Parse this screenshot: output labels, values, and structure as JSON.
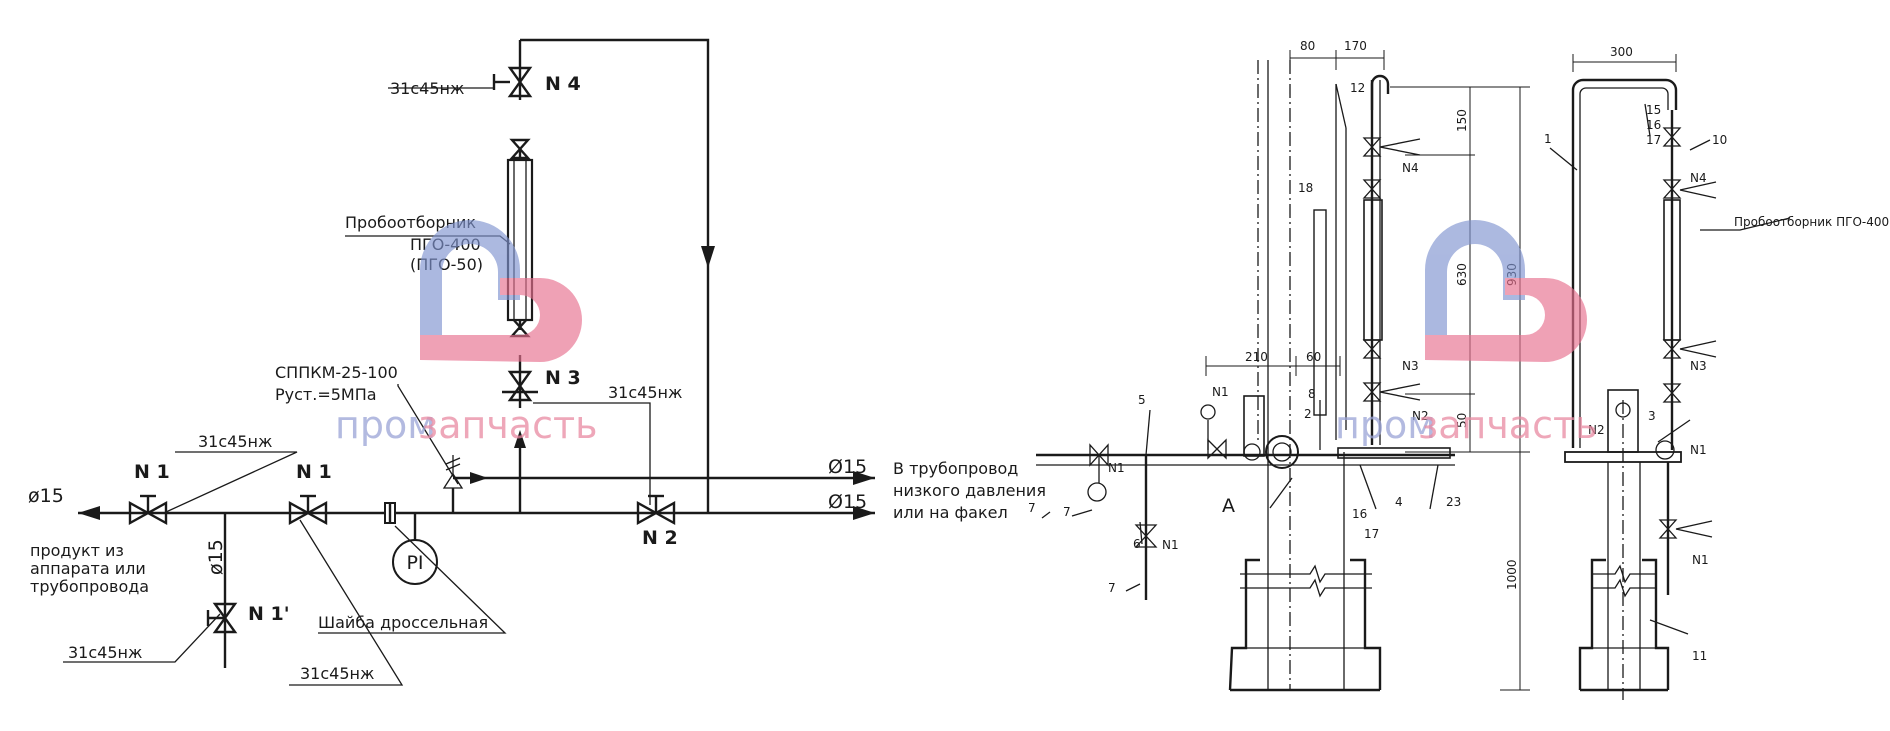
{
  "left_scheme": {
    "inlet_diameter": "ø15",
    "inlet_caption": [
      "продукт из",
      "аппарата или",
      "трубопровода"
    ],
    "drain_diameter": "ø15",
    "valve_spec": "31с45нж",
    "valve_n1": "N 1",
    "valve_n1_prime": "N 1'",
    "valve_n2": "N 2",
    "valve_n3": "N 3",
    "valve_n4": "N 4",
    "sampler_label": [
      "Пробоотборник",
      "ПГО-400",
      "(ПГО-50)"
    ],
    "safety_valve_label": [
      "СППКМ-25-100",
      "Руст.=5МПа"
    ],
    "orifice_label": "Шайба дроссельная",
    "pressure_gauge": "PI",
    "outlet_diameter_1": "Ø15",
    "outlet_diameter_2": "Ø15",
    "outlet_caption": [
      "В трубопровод",
      "низкого давления",
      "или на факел"
    ]
  },
  "side_view": {
    "dims_top": [
      "80",
      "170"
    ],
    "dims_mid": [
      "210",
      "60"
    ],
    "dims_vertical": [
      "150",
      "630",
      "930",
      "50",
      "1000"
    ],
    "valve_n1": "N1",
    "valve_n2": "N2",
    "valve_n3": "N3",
    "valve_n4": "N4",
    "section_mark": "A",
    "callouts": [
      "18",
      "12",
      "8",
      "2",
      "5",
      "7",
      "6",
      "16",
      "17",
      "4",
      "23"
    ]
  },
  "front_view": {
    "width_dim": "300",
    "sampler_label": "Пробоотборник ПГО-400",
    "valve_n1": "N1",
    "valve_n2": "N2",
    "valve_n3": "N3",
    "valve_n4": "N4",
    "callouts": [
      "1",
      "15",
      "16",
      "17",
      "10",
      "3",
      "11"
    ]
  },
  "watermark": {
    "prefix": "пром",
    "suffix": "запчасть",
    "colors": {
      "blue": "#7f93d0",
      "pink": "#e8708f"
    }
  }
}
